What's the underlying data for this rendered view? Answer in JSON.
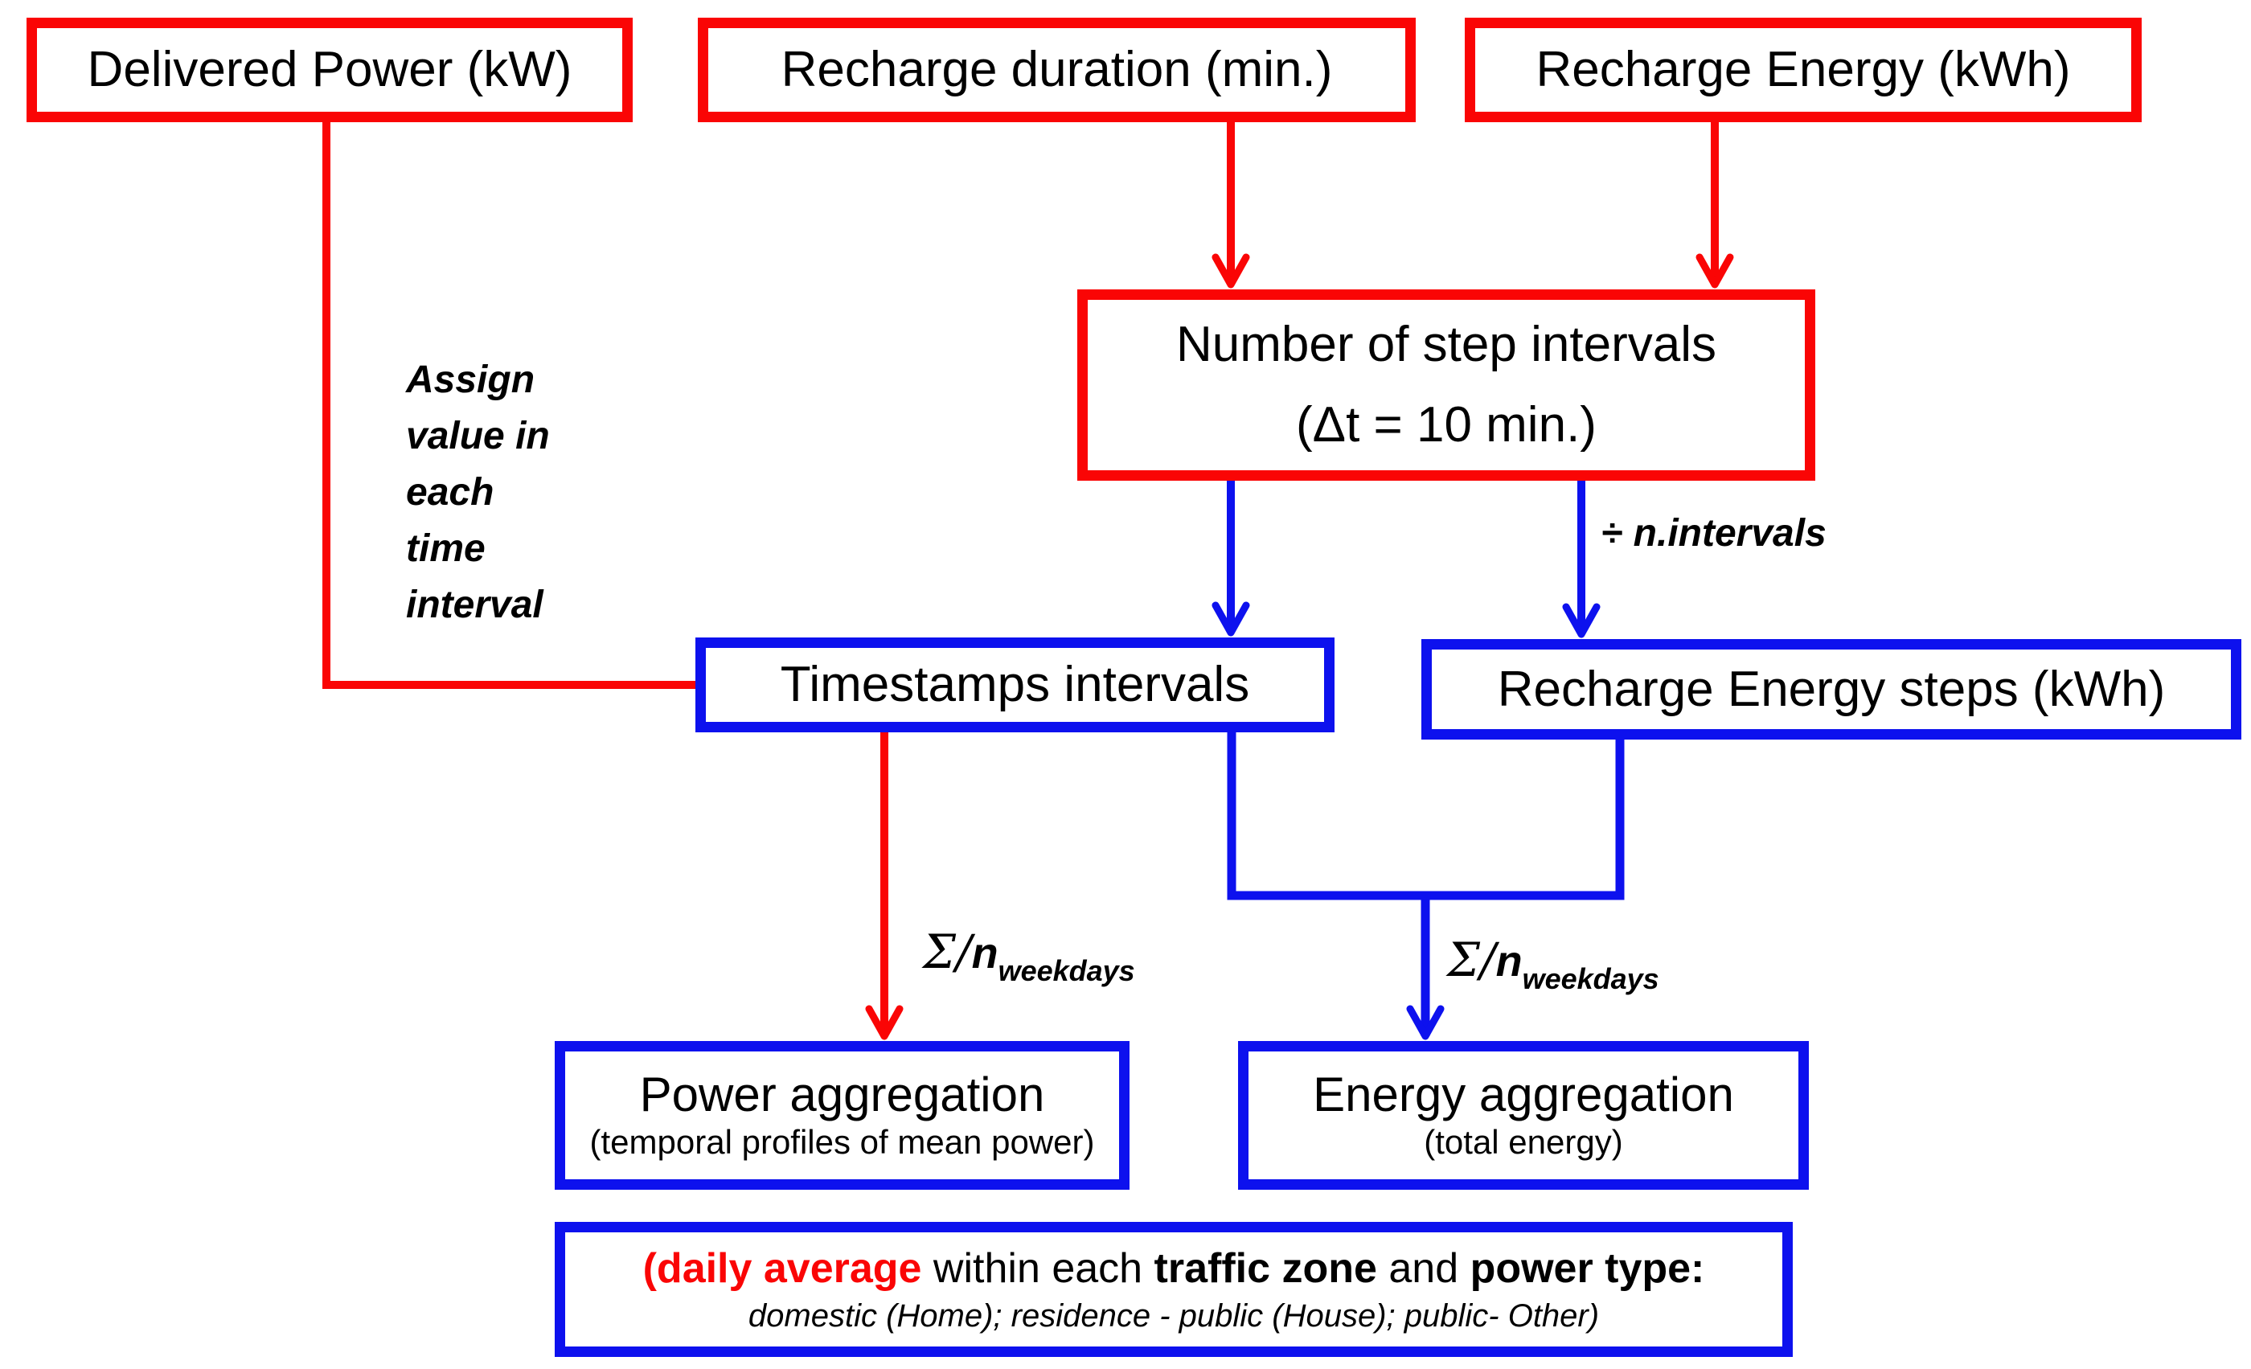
{
  "colors": {
    "red": "#fa0505",
    "blue": "#0d11ee",
    "text": "#000000",
    "bg": "#ffffff"
  },
  "boxes": {
    "delivered_power": "Delivered Power (kW)",
    "recharge_duration": "Recharge duration (min.)",
    "recharge_energy": "Recharge Energy (kWh)",
    "step_intervals_line1": "Number of step intervals",
    "step_intervals_line2": "(Δt = 10 min.)",
    "timestamps": "Timestamps intervals",
    "energy_steps": "Recharge Energy steps (kWh)",
    "power_aggregation_title": "Power aggregation",
    "power_aggregation_subtitle": "(temporal profiles of mean power)",
    "energy_aggregation_title": "Energy aggregation",
    "energy_aggregation_subtitle": "(total energy)"
  },
  "edge_labels": {
    "assign": "Assign\nvalue in\neach\ntime\ninterval",
    "divide": "÷ n.intervals",
    "sigma_power": {
      "sigma": "Σ/",
      "n": "n",
      "sub": "weekdays"
    },
    "sigma_energy": {
      "sigma": "Σ/",
      "n": "n",
      "sub": "weekdays"
    }
  },
  "footer": {
    "red": "(daily average",
    "t1": " within each ",
    "b1": "traffic zone",
    "t2": " and ",
    "b2": "power type:",
    "line2": "domestic (Home); residence - public (House); public- Other)"
  }
}
